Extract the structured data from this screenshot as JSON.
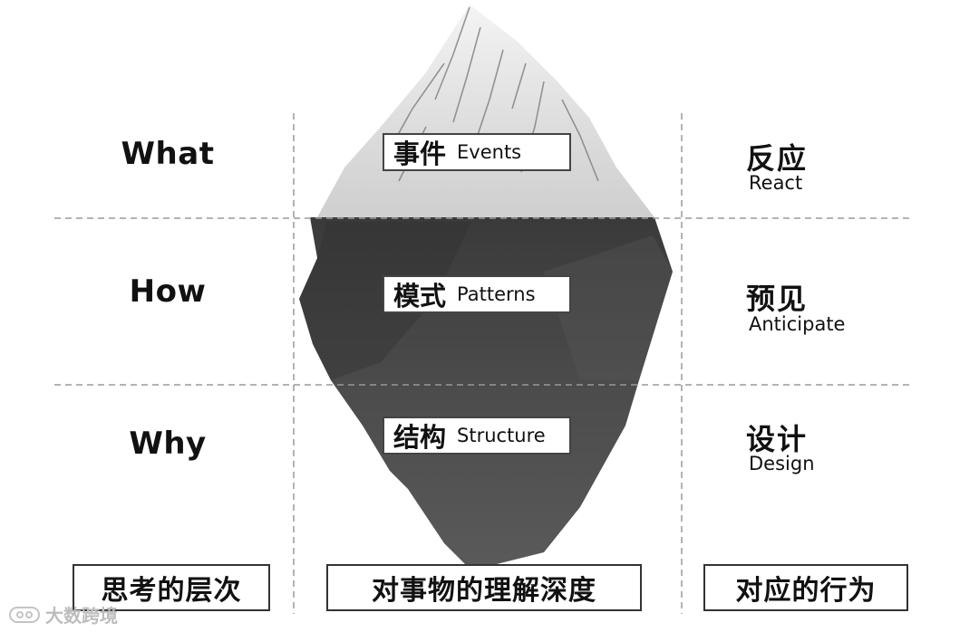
{
  "rows": [
    {
      "question": "What",
      "layer_cn": "事件",
      "layer_en": "Events",
      "response_cn": "反应",
      "response_en": "React"
    },
    {
      "question": "How",
      "layer_cn": "模式",
      "layer_en": "Patterns",
      "response_cn": "预见",
      "response_en": "Anticipate"
    },
    {
      "question": "Why",
      "layer_cn": "结构",
      "layer_en": "Structure",
      "response_cn": "设计",
      "response_en": "Design"
    }
  ],
  "footer": {
    "left": "思考的层次",
    "center": "对事物的理解深度",
    "right": "对应的行为"
  },
  "watermark": {
    "text": "大数跨境",
    "icon": "logo-icon"
  },
  "colors": {
    "iceberg_top": "#e8e8e8",
    "iceberg_underwater": "#4a4a4a",
    "divider": "#9a9a9a",
    "text": "#111111"
  }
}
